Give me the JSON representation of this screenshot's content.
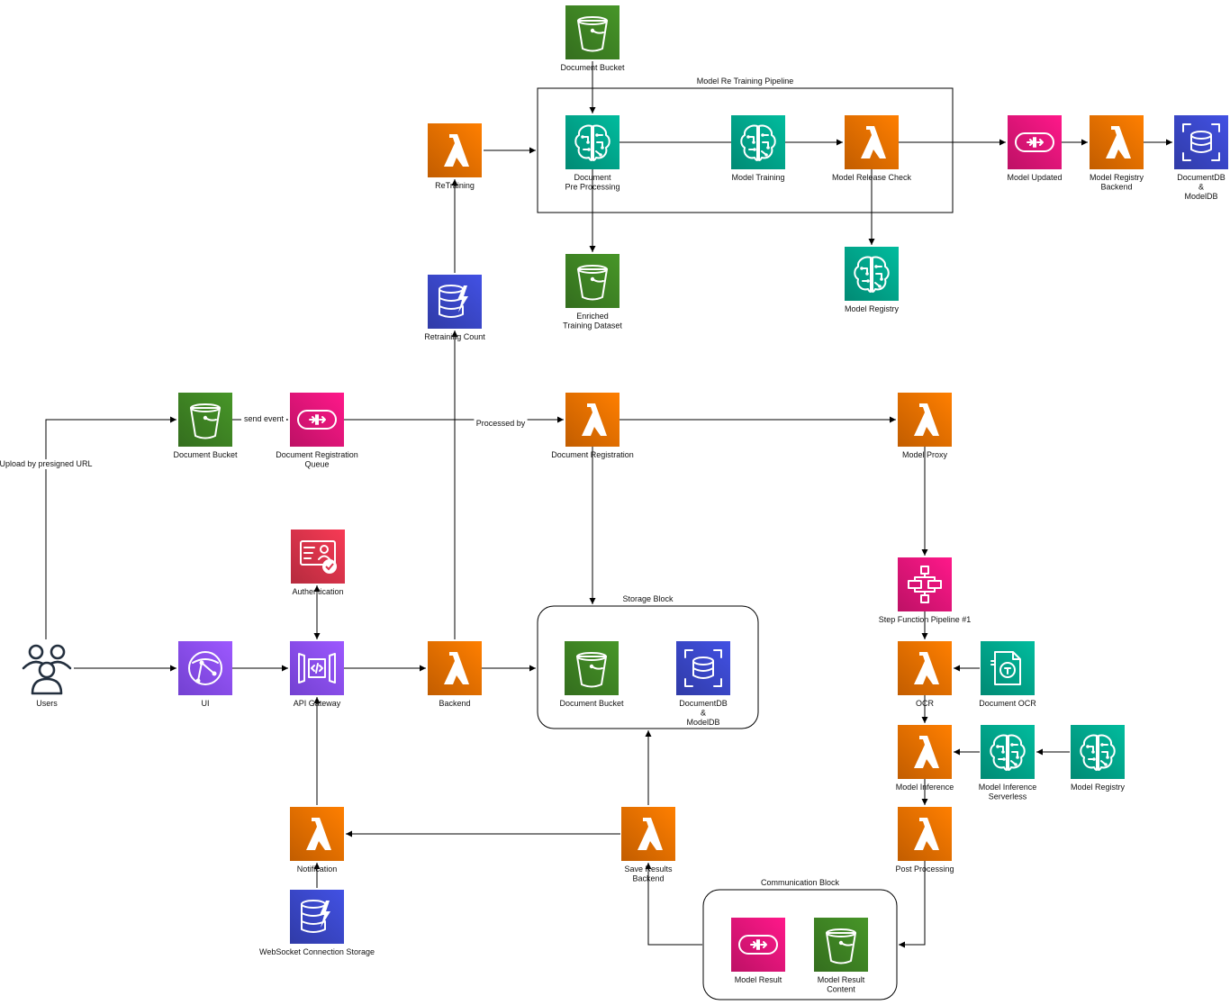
{
  "colors": {
    "lambda": "#ed7100",
    "storage": "#3f8624",
    "ml": "#01a88d",
    "integration": "#e7157b",
    "database": "#3b48cc",
    "security": "#dd344c",
    "network": "#8c4fff"
  },
  "groups": [
    {
      "id": "retraining_pipeline",
      "label": "Model Re Training Pipeline",
      "shape": "rectangle"
    },
    {
      "id": "storage_block",
      "label": "Storage Block",
      "shape": "rounded"
    },
    {
      "id": "communication_block",
      "label": "Communication Block",
      "shape": "rounded"
    }
  ],
  "nodes": [
    {
      "id": "doc_bucket_top",
      "label": "Document Bucket",
      "icon": "bucket-icon",
      "color": "storage"
    },
    {
      "id": "retraining",
      "label": "ReTraining",
      "icon": "lambda-icon",
      "color": "lambda"
    },
    {
      "id": "doc_preprocessing",
      "label": "Document\nPre Processing",
      "icon": "brain-icon",
      "color": "ml"
    },
    {
      "id": "model_training",
      "label": "Model Training",
      "icon": "brain-icon",
      "color": "ml"
    },
    {
      "id": "model_release_check",
      "label": "Model Release Check",
      "icon": "lambda-icon",
      "color": "lambda"
    },
    {
      "id": "model_updated",
      "label": "Model Updated",
      "icon": "queue-icon",
      "color": "integration"
    },
    {
      "id": "model_registry_backend",
      "label": "Model Registry\nBackend",
      "icon": "lambda-icon",
      "color": "lambda"
    },
    {
      "id": "documentdb_top",
      "label": "DocumentDB\n&\nModelDB",
      "icon": "database-icon",
      "color": "database"
    },
    {
      "id": "enriched_dataset",
      "label": "Enriched\nTraining Dataset",
      "icon": "bucket-icon",
      "color": "storage"
    },
    {
      "id": "model_registry_top",
      "label": "Model Registry",
      "icon": "brain-icon",
      "color": "ml"
    },
    {
      "id": "retraining_count",
      "label": "Retraining Count",
      "icon": "dynamodb-icon",
      "color": "database"
    },
    {
      "id": "doc_bucket_mid",
      "label": "Document Bucket",
      "icon": "bucket-icon",
      "color": "storage"
    },
    {
      "id": "doc_reg_queue",
      "label": "Document Registration\nQueue",
      "icon": "queue-icon",
      "color": "integration"
    },
    {
      "id": "doc_registration",
      "label": "Document Registration",
      "icon": "lambda-icon",
      "color": "lambda"
    },
    {
      "id": "model_proxy",
      "label": "Model Proxy",
      "icon": "lambda-icon",
      "color": "lambda"
    },
    {
      "id": "authentication",
      "label": "Authentication",
      "icon": "id-card-icon",
      "color": "security"
    },
    {
      "id": "step_function",
      "label": "Step Function Pipeline #1",
      "icon": "step-functions-icon",
      "color": "integration"
    },
    {
      "id": "users",
      "label": "Users",
      "icon": "users-icon",
      "color": "none"
    },
    {
      "id": "ui",
      "label": "UI",
      "icon": "cloudfront-icon",
      "color": "network"
    },
    {
      "id": "api_gateway",
      "label": "API Gateway",
      "icon": "api-gateway-icon",
      "color": "network"
    },
    {
      "id": "backend",
      "label": "Backend",
      "icon": "lambda-icon",
      "color": "lambda"
    },
    {
      "id": "storage_doc_bucket",
      "label": "Document Bucket",
      "icon": "bucket-icon",
      "color": "storage"
    },
    {
      "id": "storage_documentdb",
      "label": "DocumentDB\n&\nModelDB",
      "icon": "database-icon",
      "color": "database"
    },
    {
      "id": "ocr",
      "label": "OCR",
      "icon": "lambda-icon",
      "color": "lambda"
    },
    {
      "id": "document_ocr",
      "label": "Document OCR",
      "icon": "textract-icon",
      "color": "ml"
    },
    {
      "id": "model_inference",
      "label": "Model Inference",
      "icon": "lambda-icon",
      "color": "lambda"
    },
    {
      "id": "model_inference_serverless",
      "label": "Model Inference\nServerless",
      "icon": "brain-icon",
      "color": "ml"
    },
    {
      "id": "model_registry_bottom",
      "label": "Model Registry",
      "icon": "brain-icon",
      "color": "ml"
    },
    {
      "id": "notification",
      "label": "Notification",
      "icon": "lambda-icon",
      "color": "lambda"
    },
    {
      "id": "save_results_backend",
      "label": "Save Results\nBackend",
      "icon": "lambda-icon",
      "color": "lambda"
    },
    {
      "id": "post_processing",
      "label": "Post Processing",
      "icon": "lambda-icon",
      "color": "lambda"
    },
    {
      "id": "websocket_storage",
      "label": "WebSocket Connection Storage",
      "icon": "dynamodb-icon",
      "color": "database"
    },
    {
      "id": "model_result",
      "label": "Model Result",
      "icon": "queue-icon",
      "color": "integration"
    },
    {
      "id": "model_result_content",
      "label": "Model Result\nContent",
      "icon": "bucket-icon",
      "color": "storage"
    }
  ],
  "edges": [
    {
      "from": "users",
      "to": "doc_bucket_mid",
      "label": "Upload by presigned URL"
    },
    {
      "from": "doc_bucket_mid",
      "to": "doc_reg_queue",
      "label": "send event"
    },
    {
      "from": "doc_reg_queue",
      "to": "doc_registration",
      "label": "Processed by"
    },
    {
      "from": "doc_registration",
      "to": "model_proxy",
      "label": ""
    },
    {
      "from": "doc_registration",
      "to": "storage_block",
      "label": ""
    },
    {
      "from": "model_proxy",
      "to": "step_function",
      "label": ""
    },
    {
      "from": "step_function",
      "to": "ocr",
      "label": ""
    },
    {
      "from": "document_ocr",
      "to": "ocr",
      "label": ""
    },
    {
      "from": "ocr",
      "to": "model_inference",
      "label": ""
    },
    {
      "from": "model_registry_bottom",
      "to": "model_inference_serverless",
      "label": ""
    },
    {
      "from": "model_inference_serverless",
      "to": "model_inference",
      "label": ""
    },
    {
      "from": "model_inference",
      "to": "post_processing",
      "label": ""
    },
    {
      "from": "post_processing",
      "to": "communication_block",
      "label": ""
    },
    {
      "from": "communication_block",
      "to": "save_results_backend",
      "label": ""
    },
    {
      "from": "save_results_backend",
      "to": "storage_block",
      "label": ""
    },
    {
      "from": "save_results_backend",
      "to": "notification",
      "label": ""
    },
    {
      "from": "websocket_storage",
      "to": "notification",
      "label": ""
    },
    {
      "from": "notification",
      "to": "api_gateway",
      "label": ""
    },
    {
      "from": "users",
      "to": "ui",
      "label": ""
    },
    {
      "from": "ui",
      "to": "api_gateway",
      "label": ""
    },
    {
      "from": "api_gateway",
      "to": "authentication",
      "label": ""
    },
    {
      "from": "authentication",
      "to": "api_gateway",
      "label": ""
    },
    {
      "from": "api_gateway",
      "to": "backend",
      "label": ""
    },
    {
      "from": "backend",
      "to": "storage_block",
      "label": ""
    },
    {
      "from": "backend",
      "to": "retraining_count",
      "label": ""
    },
    {
      "from": "retraining_count",
      "to": "retraining",
      "label": ""
    },
    {
      "from": "retraining",
      "to": "retraining_pipeline",
      "label": ""
    },
    {
      "from": "doc_bucket_top",
      "to": "doc_preprocessing",
      "label": ""
    },
    {
      "from": "doc_preprocessing",
      "to": "enriched_dataset",
      "label": ""
    },
    {
      "from": "doc_preprocessing",
      "to": "model_release_check",
      "label": ""
    },
    {
      "from": "model_release_check",
      "to": "model_registry_top",
      "label": ""
    },
    {
      "from": "model_release_check",
      "to": "model_updated",
      "label": ""
    },
    {
      "from": "model_updated",
      "to": "model_registry_backend",
      "label": ""
    },
    {
      "from": "model_registry_backend",
      "to": "documentdb_top",
      "label": ""
    }
  ]
}
